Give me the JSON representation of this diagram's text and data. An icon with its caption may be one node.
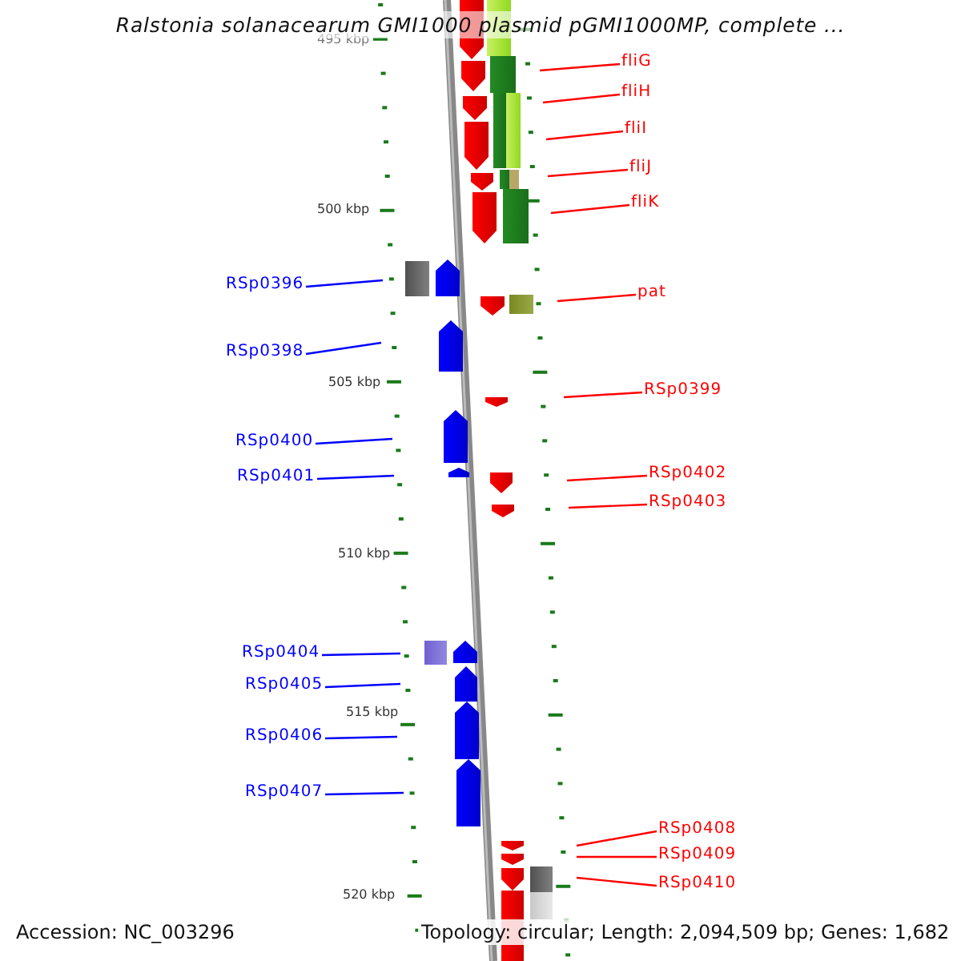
{
  "diagram": {
    "title": "Ralstonia solanacearum GMI1000 plasmid pGMI1000MP, complete ...",
    "nodes": [
      {
        "text": [
          "fliG"
        ]
      },
      {
        "text": [
          "fliH"
        ]
      },
      {
        "text": [
          "fliI"
        ]
      },
      {
        "text": [
          "fliJ"
        ]
      },
      {
        "text": [
          "fliK"
        ]
      },
      {
        "text": [
          "RSp0396"
        ]
      },
      {
        "text": [
          "pat"
        ]
      },
      {
        "text": [
          "RSp0398"
        ]
      },
      {
        "text": [
          "RSp0399"
        ]
      },
      {
        "text": [
          "RSp0400"
        ]
      },
      {
        "text": [
          "RSp0401"
        ]
      },
      {
        "text": [
          "RSp0402"
        ]
      },
      {
        "text": [
          "RSp0403"
        ]
      },
      {
        "text": [
          "RSp0404"
        ]
      },
      {
        "text": [
          "RSp0405"
        ]
      },
      {
        "text": [
          "RSp0406"
        ]
      },
      {
        "text": [
          "RSp0407"
        ]
      },
      {
        "text": [
          "RSp0408"
        ]
      },
      {
        "text": [
          "RSp0409"
        ]
      },
      {
        "text": [
          "RSp0410"
        ]
      }
    ],
    "edges": [
      {
        "from": 0,
        "to": null,
        "arrow": "none"
      },
      {
        "from": 1,
        "to": null,
        "arrow": "none"
      },
      {
        "from": 2,
        "to": null,
        "arrow": "none"
      },
      {
        "from": 3,
        "to": null,
        "arrow": "none"
      },
      {
        "from": 4,
        "to": null,
        "arrow": "none"
      },
      {
        "from": 5,
        "to": null,
        "arrow": "none",
        "color": "#0000ff"
      },
      {
        "from": 6,
        "to": null,
        "arrow": "none"
      },
      {
        "from": 7,
        "to": null,
        "arrow": "none",
        "color": "#0000ff"
      },
      {
        "from": 8,
        "to": null,
        "arrow": "none"
      },
      {
        "from": 9,
        "to": null,
        "arrow": "none",
        "color": "#0000ff"
      },
      {
        "from": 10,
        "to": null,
        "arrow": "none",
        "color": "#0000ff"
      },
      {
        "from": 11,
        "to": null,
        "arrow": "none"
      },
      {
        "from": 12,
        "to": null,
        "arrow": "none"
      },
      {
        "from": 13,
        "to": null,
        "arrow": "none",
        "color": "#0000ff"
      },
      {
        "from": 14,
        "to": null,
        "arrow": "none",
        "color": "#0000ff"
      },
      {
        "from": 15,
        "to": null,
        "arrow": "none",
        "color": "#0000ff"
      },
      {
        "from": 16,
        "to": null,
        "arrow": "none",
        "color": "#0000ff"
      },
      {
        "from": 17,
        "to": null,
        "arrow": "none"
      },
      {
        "from": 18,
        "to": null,
        "arrow": "none"
      },
      {
        "from": 19,
        "to": null,
        "arrow": "none"
      }
    ],
    "labels": [
      "495 kbp",
      "500 kbp",
      "505 kbp",
      "510 kbp",
      "515 kbp",
      "520 kbp",
      "Accession: NC_003296",
      "Topology: circular; Length: 2,094,509 bp; Genes: 1,682"
    ]
  }
}
